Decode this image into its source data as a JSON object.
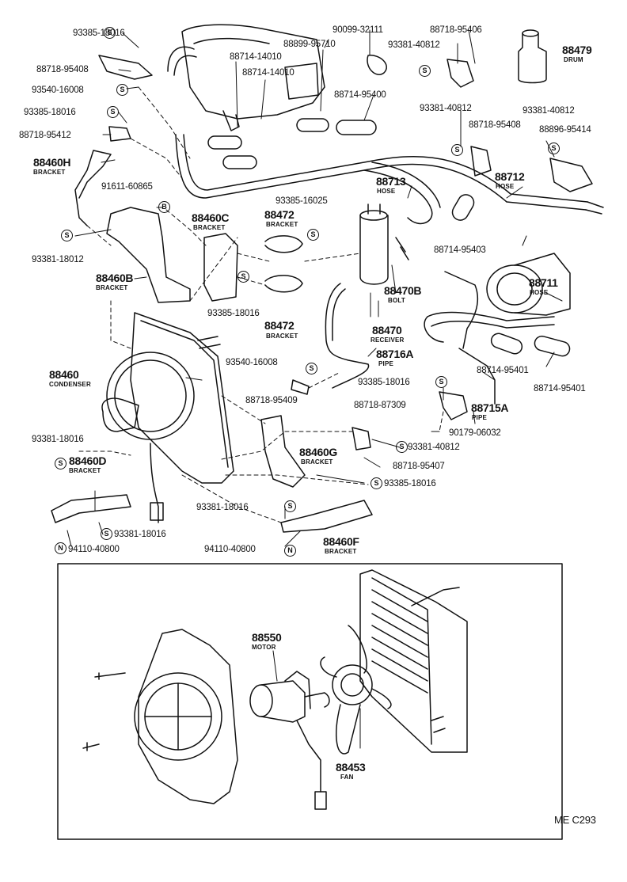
{
  "diagram_code": "ME C293",
  "symbols": {
    "s": "S",
    "b": "B",
    "n": "N"
  },
  "parts": {
    "p88479": "88479",
    "p88479_sub": "DRUM",
    "p93385_18016_a": "93385-18016",
    "p88718_95408_a": "88718-95408",
    "p93540_16008_a": "93540-16008",
    "p93385_18016_b": "93385-18016",
    "p88718_95412": "88718-95412",
    "p88460H": "88460H",
    "p88460H_sub": "BRACKET",
    "p91611_60865": "91611-60865",
    "p93381_18012": "93381-18012",
    "p88460B": "88460B",
    "p88460B_sub": "BRACKET",
    "p88460C": "88460C",
    "p88460C_sub": "BRACKET",
    "p93385_18016_c": "93385-18016",
    "p88472_a": "88472",
    "p88472_a_sub": "BRACKET",
    "p88472_b": "88472",
    "p88472_b_sub": "BRACKET",
    "p93385_16025": "93385-16025",
    "p88714_14010_a": "88714-14010",
    "p88714_14010_b": "88714-14010",
    "p88899_95710": "88899-95710",
    "p90099_32111": "90099-32111",
    "p93381_40812_a": "93381-40812",
    "p88718_95406": "88718-95406",
    "p88714_95400": "88714-95400",
    "p93381_40812_b": "93381-40812",
    "p93381_40812_c": "93381-40812",
    "p88718_95408_b": "88718-95408",
    "p88896_95414": "88896-95414",
    "p88713": "88713",
    "p88713_sub": "HOSE",
    "p88712": "88712",
    "p88712_sub": "HOSE",
    "p88714_95403": "88714-95403",
    "p88711": "88711",
    "p88711_sub": "HOSE",
    "p88470B": "88470B",
    "p88470B_sub": "BOLT",
    "p88470": "88470",
    "p88470_sub": "RECEIVER",
    "p88716A": "88716A",
    "p88716A_sub": "PIPE",
    "p93540_16008_b": "93540-16008",
    "p88718_95409": "88718-95409",
    "p88714_95401_a": "88714-95401",
    "p88714_95401_b": "88714-95401",
    "p93385_18016_d": "93385-18016",
    "p88715A": "88715A",
    "p88715A_sub": "PIPE",
    "p88718_87309": "88718-87309",
    "p90179_06032": "90179-06032",
    "p93381_40812_d": "93381-40812",
    "p88718_95407": "88718-95407",
    "p88460G": "88460G",
    "p88460G_sub": "BRACKET",
    "p93385_18016_e": "93385-18016",
    "p88460": "88460",
    "p88460_sub": "CONDENSER",
    "p93381_18016_a": "93381-18016",
    "p88460D": "88460D",
    "p88460D_sub": "BRACKET",
    "p93381_18016_b": "93381-18016",
    "p94110_40800_a": "94110-40800",
    "p93381_18016_c": "93381-18016",
    "p94110_40800_b": "94110-40800",
    "p88460F": "88460F",
    "p88460F_sub": "BRACKET",
    "p88550": "88550",
    "p88550_sub": "MOTOR",
    "p88453": "88453",
    "p88453_sub": "FAN"
  }
}
